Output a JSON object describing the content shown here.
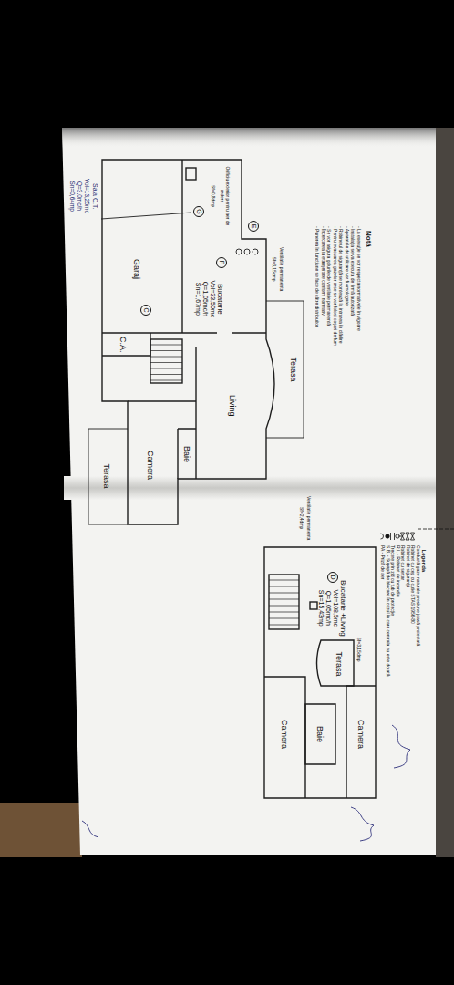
{
  "diagram": {
    "nodes": [
      {
        "text": [
          "Garaj"
        ]
      },
      {
        "text": [
          "C"
        ],
        "in": 0
      },
      {
        "text": [
          "C.A."
        ]
      },
      {
        "text": [
          "G"
        ]
      },
      {
        "text": [
          "E"
        ]
      },
      {
        "text": [
          "Bucatarie",
          "Vol=33,50mc",
          "Q=1,05mc/h",
          "Sn=1,67mp"
        ]
      },
      {
        "text": [
          "F"
        ],
        "in": 5
      },
      {
        "text": [
          "Terasa"
        ]
      },
      {
        "text": [
          "Living"
        ]
      },
      {
        "text": [
          "Terasa"
        ]
      },
      {
        "text": [
          "Camera"
        ]
      },
      {
        "text": [
          "Baie"
        ]
      },
      {
        "text": [
          "Bucatarie +Living",
          "Vol=108,5mc",
          "Q=1,05mc/h",
          "Sn=15,43mp"
        ]
      },
      {
        "text": [
          "D"
        ],
        "in": 12
      },
      {
        "text": [
          "Terasa"
        ]
      },
      {
        "text": [
          "Camera"
        ]
      },
      {
        "text": [
          "Baie"
        ]
      },
      {
        "text": [
          "Camera"
        ]
      }
    ],
    "labels": [
      "Notă",
      "- La execuţie se vor respecta normativele în vigoare",
      "- Instalaţia se va executa de firmă autorizată",
      "- Aparatele de utilizare vor fi omologate",
      "- Robinetul de siguranţă se montează la intrarea în clădire",
      "- Pentru evacuarea gazelor arse se vor folosi coşuri de fum",
      "- Se vor asigura golurile de ventilaţie permanentă",
      "- Încercarea la etanşeitate conform normativ",
      "- Punerea în funcţiune se face de către distribuitor",
      "Sala C.T.",
      "Vol=13,25mc",
      "Q=3,0mc/h",
      "Sn=0,64mp",
      "Orificiu exterior pentru aer de ardere",
      "Sf=0,8dmp",
      "Ventilatie permanenta",
      "Sf=3,15dmp",
      "Ventilatie permanenta",
      "Sf=2,4dmp",
      "Sf=3,15dmp",
      "Legenda"
    ],
    "legend": [
      {
        "text": "Conductă gaze naturale presiune joasă proiectată"
      },
      {
        "text": "Robinet cu cep cu cutie STAS 1956-80"
      },
      {
        "text": "Robinet de siguranţă"
      },
      {
        "text": "Robinet cu sertar"
      },
      {
        "text": "R.I. - Robinet de incendiu"
      },
      {
        "text": "Trecere prin zid cu tub de protecţie"
      },
      {
        "text": "S.B. - Supapă de blocare în cazul în care centrala nu este dotată"
      },
      {
        "text": "PA - Priză de aer"
      }
    ]
  }
}
